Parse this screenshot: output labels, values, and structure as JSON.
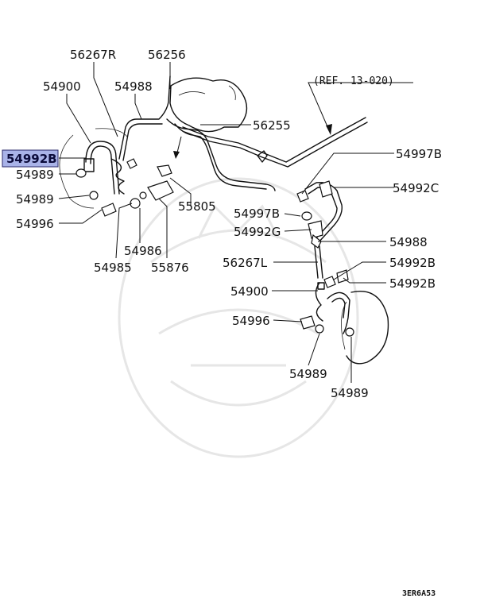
{
  "diagram": {
    "ref_label": "(REF. 13-020)",
    "drawing_code": "3ER6A53",
    "highlight_color": "#a9b3e8",
    "labels": {
      "p56267R": "56267R",
      "p56256": "56256",
      "p54900_top": "54900",
      "p54988_top": "54988",
      "p56255": "56255",
      "p54992B_hl": "54992B",
      "p54989_a": "54989",
      "p54989_b": "54989",
      "p54996_left": "54996",
      "p55805": "55805",
      "p54986": "54986",
      "p54985": "54985",
      "p55876": "55876",
      "p54997B_r": "54997B",
      "p54992C": "54992C",
      "p54997B_l": "54997B",
      "p54992G": "54992G",
      "p54988_r": "54988",
      "p56267L": "56267L",
      "p54992B_r1": "54992B",
      "p54900_r": "54900",
      "p54992B_r2": "54992B",
      "p54996_r": "54996",
      "p54989_c": "54989",
      "p54989_d": "54989"
    }
  }
}
